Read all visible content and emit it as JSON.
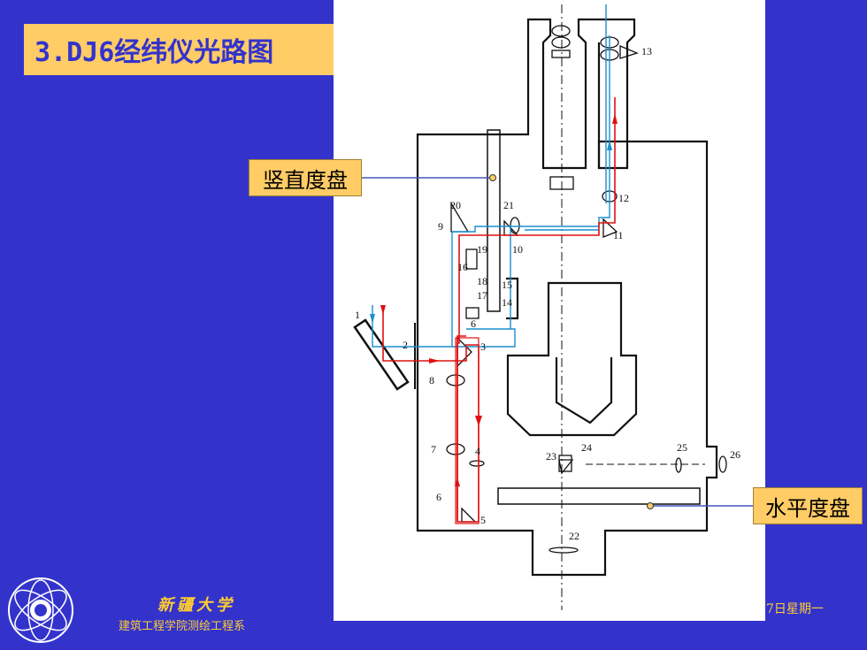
{
  "title": "3.DJ6经纬仪光路图",
  "labels": {
    "vertical_circle": "竖直度盘",
    "horizontal_circle": "水平度盘"
  },
  "diagram_numbers": [
    "1",
    "2",
    "3",
    "4",
    "5",
    "6",
    "6",
    "7",
    "8",
    "9",
    "10",
    "11",
    "12",
    "13",
    "14",
    "15",
    "16",
    "17",
    "18",
    "19",
    "20",
    "21",
    "22",
    "23",
    "24",
    "25",
    "26"
  ],
  "footer": {
    "university": "新疆大学",
    "department": "建筑工程学院测绘工程系",
    "date": "7日星期一"
  },
  "colors": {
    "background": "#3333cc",
    "label_fill": "#ffcc66",
    "light_path_red": "#e01010",
    "light_path_blue": "#1a8fd0",
    "footer_text": "#ffcc33"
  }
}
